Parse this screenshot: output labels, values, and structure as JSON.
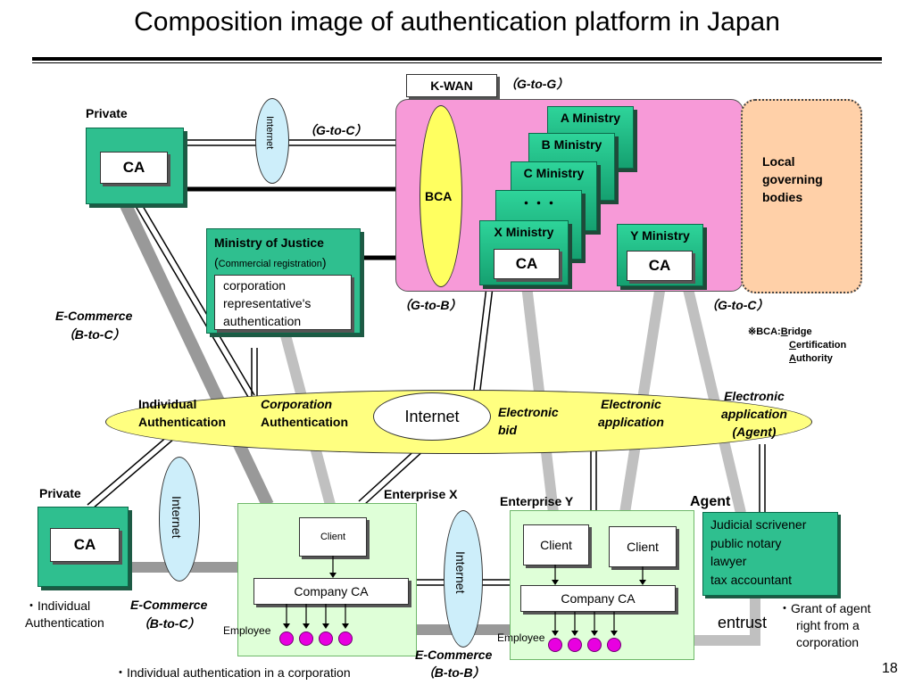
{
  "title": "Composition image of authentication platform in Japan",
  "kwan": "K-WAN",
  "g_to_g": "（G-to-G）",
  "g_to_c_top": "（G-to-C）",
  "g_to_b": "（G-to-B）",
  "g_to_c_right": "（G-to-C）",
  "private_top": "Private",
  "private_bottom": "Private",
  "ca": "CA",
  "internet_vertical": "Internet",
  "bca": "BCA",
  "ministries": {
    "a": "A Ministry",
    "b": "B Ministry",
    "c": "C Ministry",
    "dots": "・・・",
    "x": "X Ministry",
    "y": "Y Ministry"
  },
  "local_bodies": [
    "Local",
    "governing",
    "bodies"
  ],
  "moj": {
    "title": "Ministry of Justice",
    "sub_open": "(",
    "sub": "Commercial registration",
    "sub_close": ")",
    "auth_lines": [
      "corporation",
      "representative's",
      "authentication"
    ]
  },
  "ecommerce_top": [
    "E-Commerce",
    "（B-to-C）"
  ],
  "bca_note": {
    "line1": "※BCA:",
    "b": "B",
    "b_rest": "ridge",
    "c": "C",
    "c_rest": "ertification",
    "a": "A",
    "a_rest": "uthority"
  },
  "ellipse": {
    "internet": "Internet",
    "individual": [
      "Individual",
      "Authentication"
    ],
    "corporation": [
      "Corporation",
      "Authentication"
    ],
    "bid": [
      "Electronic",
      "bid"
    ],
    "application": [
      "Electronic",
      "application"
    ],
    "agent_app": [
      "Electronic",
      "application",
      "(Agent)"
    ]
  },
  "enterprise_x": "Enterprise X",
  "enterprise_y": "Enterprise Y",
  "agent": "Agent",
  "client": "Client",
  "company_ca": "Company CA",
  "employee": "Employee",
  "agent_list": [
    "Judicial scrivener",
    "public notary",
    "lawyer",
    "tax accountant"
  ],
  "individual_auth_left": [
    "・Individual",
    "Authentication"
  ],
  "ecommerce_bottom": [
    "E-Commerce",
    "（B-to-C）"
  ],
  "ecommerce_b2b": [
    "E-Commerce",
    "（B-to-B）"
  ],
  "entrust": "entrust",
  "grant": [
    "・Grant of agent",
    "right from a",
    "corporation"
  ],
  "footer_note": "・Individual authentication in a corporation",
  "page_number": "18"
}
